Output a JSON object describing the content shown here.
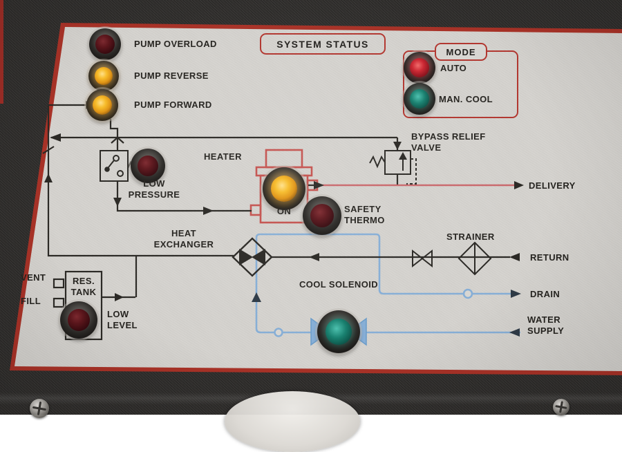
{
  "panel": {
    "title": "SYSTEM STATUS",
    "mode": {
      "label": "MODE",
      "auto_label": "AUTO",
      "man_cool_label": "MAN. COOL"
    },
    "pump": {
      "overload": "PUMP OVERLOAD",
      "reverse": "PUMP REVERSE",
      "forward": "PUMP FORWARD"
    },
    "labels": {
      "heater": "HEATER",
      "heater_on": "ON",
      "low_pressure": "LOW PRESSURE",
      "safety_thermo": "SAFETY THERMO",
      "bypass_relief_valve": "BYPASS RELIEF VALVE",
      "delivery": "DELIVERY",
      "heat_exchanger": "HEAT EXCHANGER",
      "strainer": "STRAINER",
      "return": "RETURN",
      "drain": "DRAIN",
      "water_supply": "WATER SUPPLY",
      "cool_solenoid": "COOL SOLENOID",
      "res_tank": "RES. TANK",
      "low_level": "LOW LEVEL",
      "vent": "VENT",
      "fill": "FILL"
    },
    "lamps": [
      {
        "id": "pump_overload",
        "color": "red",
        "state": "off"
      },
      {
        "id": "pump_reverse",
        "color": "amber",
        "state": "on"
      },
      {
        "id": "pump_forward",
        "color": "amber",
        "state": "on"
      },
      {
        "id": "auto",
        "color": "red",
        "state": "on"
      },
      {
        "id": "man_cool",
        "color": "teal",
        "state": "on"
      },
      {
        "id": "low_pressure",
        "color": "red",
        "state": "off"
      },
      {
        "id": "heater_on",
        "color": "amber",
        "state": "on"
      },
      {
        "id": "safety_thermo",
        "color": "red",
        "state": "off"
      },
      {
        "id": "low_level",
        "color": "red",
        "state": "off"
      },
      {
        "id": "cool_solenoid",
        "color": "teal",
        "state": "on"
      }
    ],
    "colors": {
      "panel_background": "#d8d6d2",
      "frame_background": "#343230",
      "panel_border_red": "#b23730",
      "schematic_black": "#2b2925",
      "schematic_blue": "#86aed6",
      "schematic_red": "#c4524e",
      "delivery_line_red": "#c9686c",
      "lamp_amber": "#f2a81d",
      "lamp_red": "#b5202c",
      "lamp_teal": "#16786c"
    }
  }
}
